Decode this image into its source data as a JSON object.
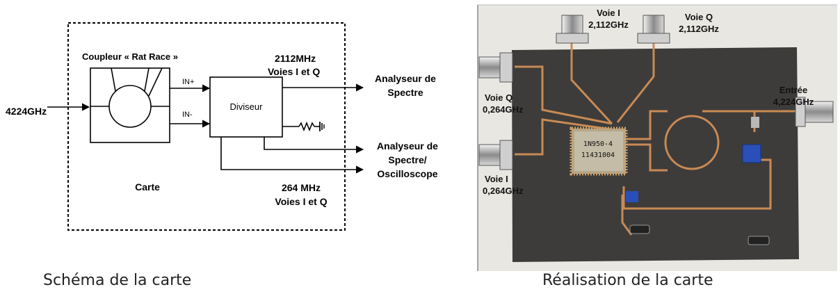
{
  "schematic": {
    "input_label": "4224GHz",
    "coupler_label": "Coupleur « Rat Race »",
    "port_in_plus": "IN+",
    "port_in_minus": "IN-",
    "divider_label": "Diviseur",
    "board_label": "Carte",
    "top_freq_line1": "2112MHz",
    "top_freq_line2": "Voies I et Q",
    "bottom_freq_line1": "264 MHz",
    "bottom_freq_line2": "Voies I et Q",
    "out1_line1": "Analyseur de",
    "out1_line2": "Spectre",
    "out2_line1": "Analyseur de",
    "out2_line2": "Spectre/",
    "out2_line3": "Oscilloscope"
  },
  "photo": {
    "voie_i_top_line1": "Voie I",
    "voie_i_top_line2": "2,112GHz",
    "voie_q_top_line1": "Voie Q",
    "voie_q_top_line2": "2,112GHz",
    "entree_line1": "Entrée",
    "entree_line2": "4,224GHz",
    "voie_q_left_line1": "Voie Q",
    "voie_q_left_line2": "0,264GHz",
    "voie_i_left_line1": "Voie I",
    "voie_i_left_line2": "0,264GHz",
    "chip_line1": "1N950-4",
    "chip_line2": "11431004"
  },
  "captions": {
    "left": "Schéma de la carte",
    "right": "Réalisation de la carte"
  },
  "colors": {
    "board": "#3d3c3a",
    "trace": "#c98a55",
    "photo_bg": "#e9e7e1"
  }
}
